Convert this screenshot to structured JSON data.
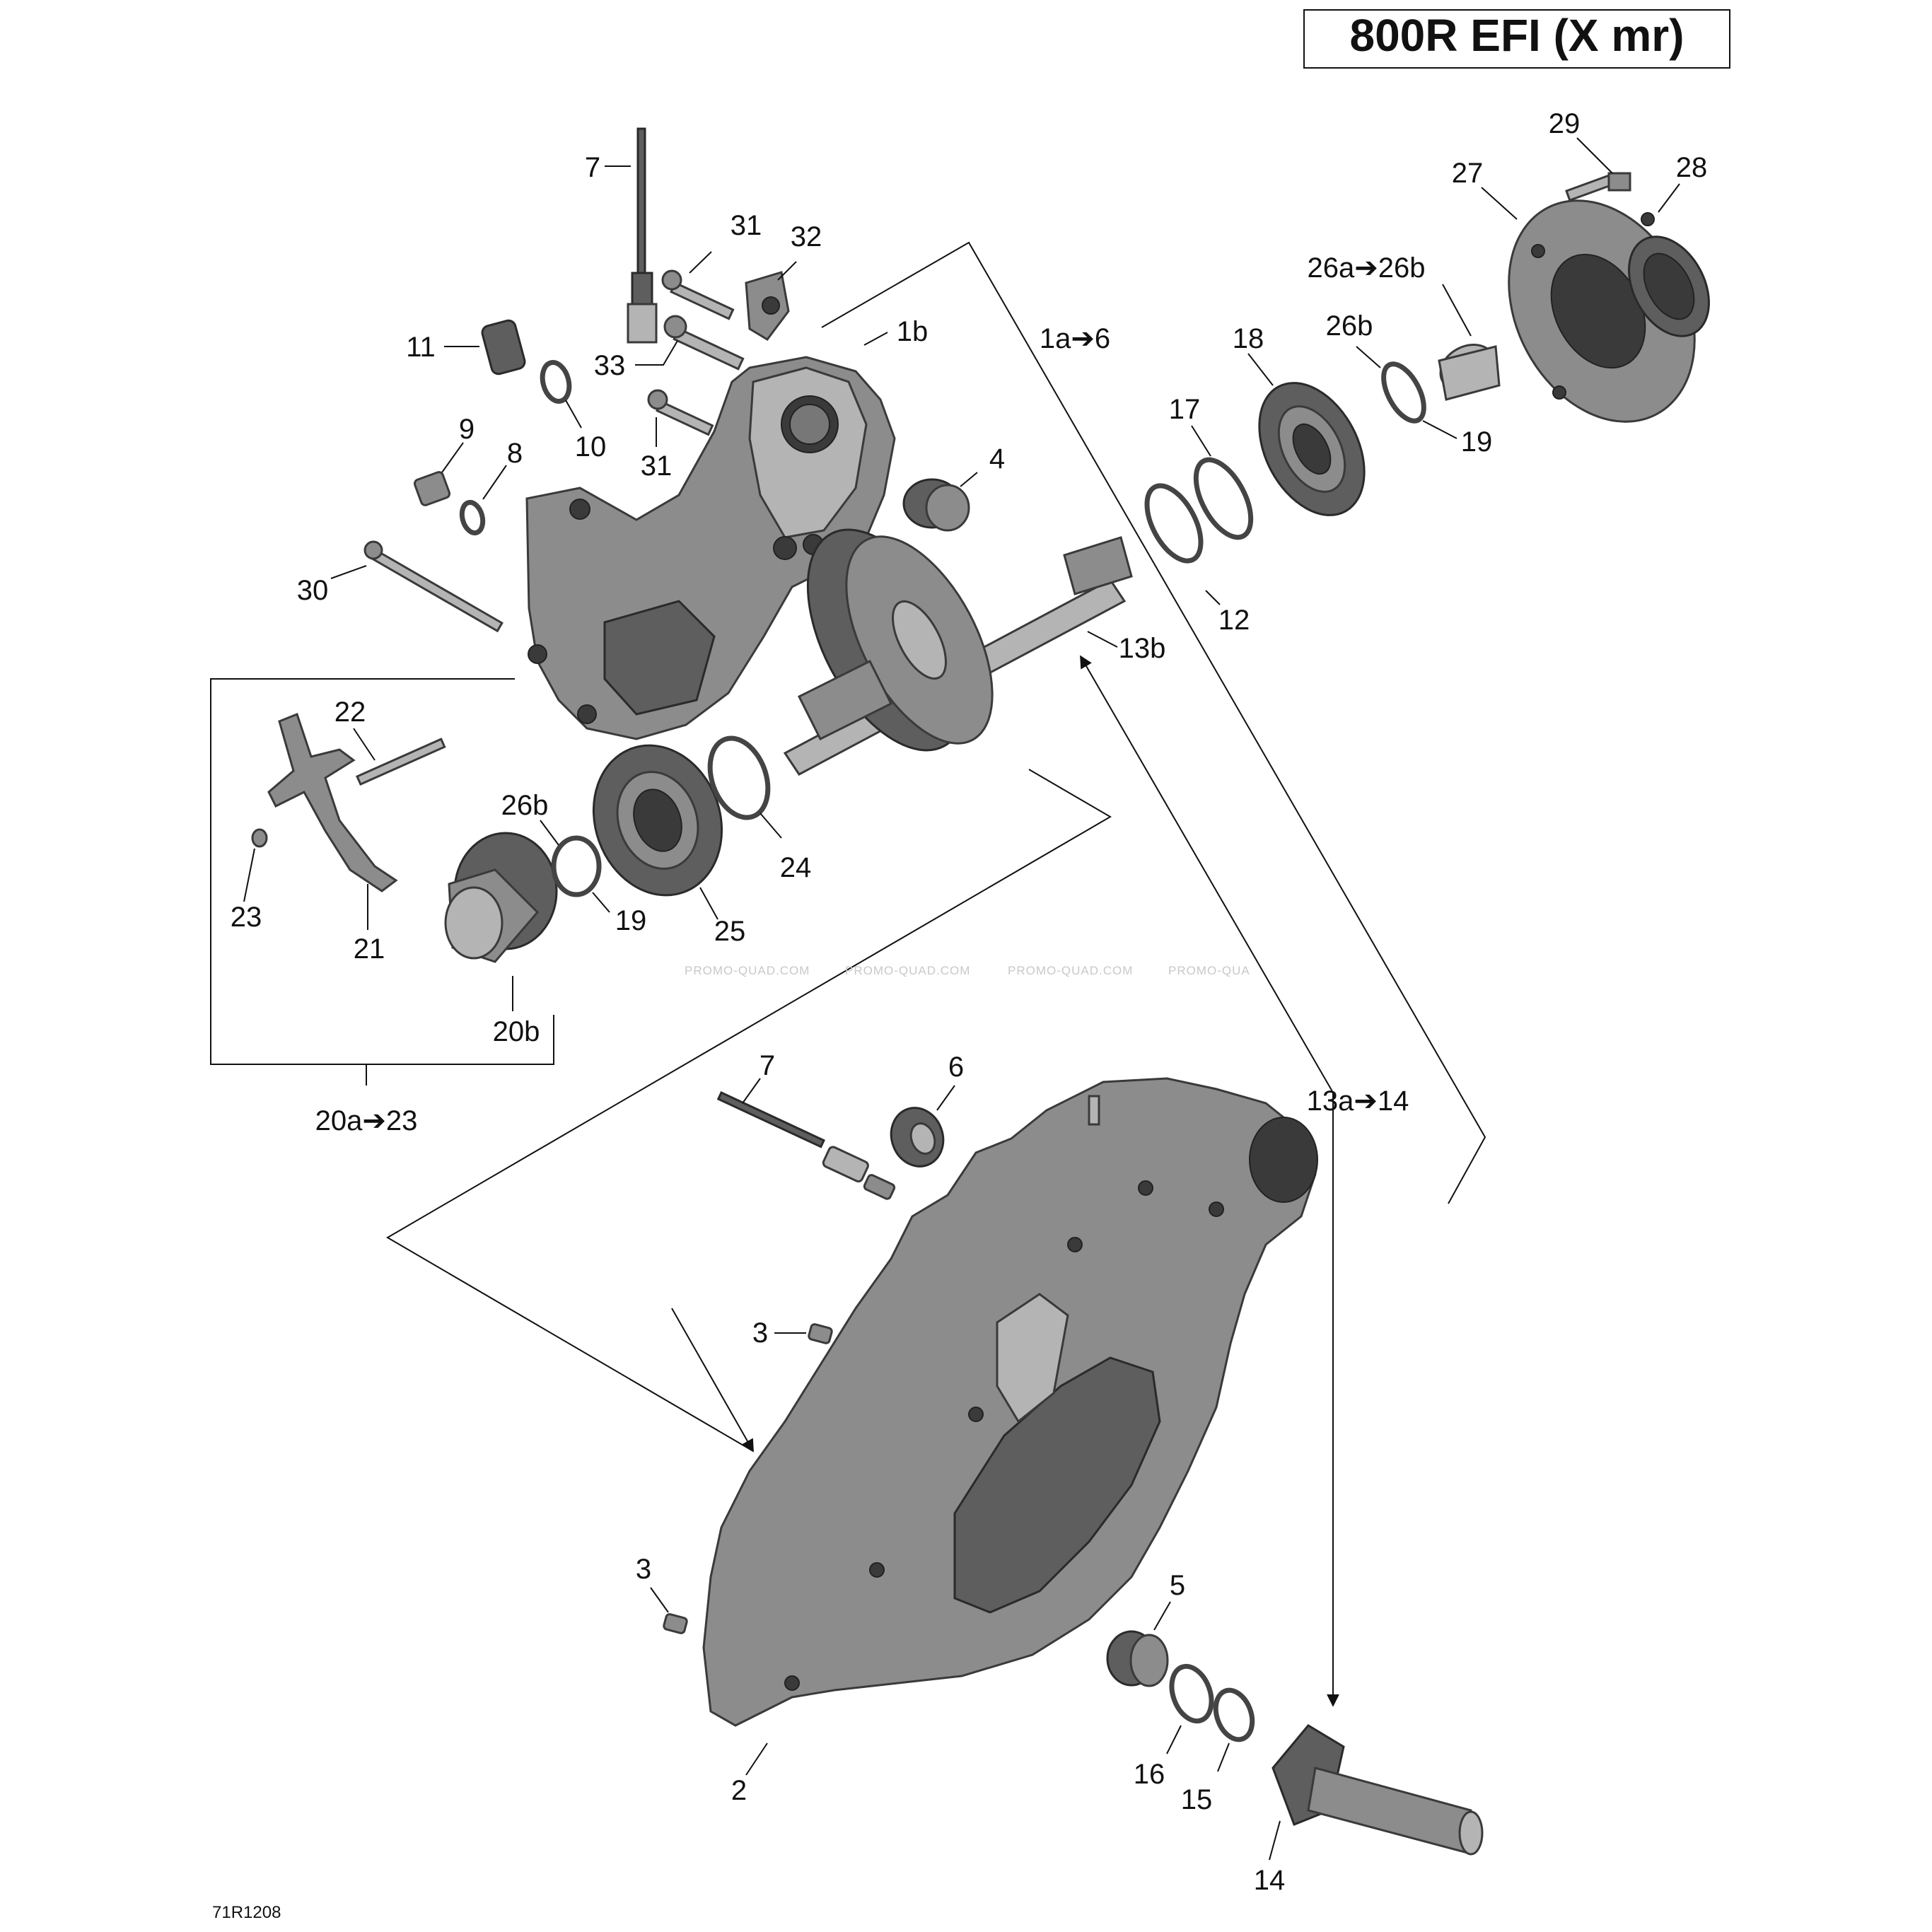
{
  "title": "800R EFI (X mr)",
  "reference": "71R1208",
  "watermark": [
    "PROMO-QUAD.COM",
    "PROMO-QUAD.COM",
    "PROMO-QUAD.COM",
    "PROMO-QUA"
  ],
  "labels": {
    "l7_top": "7",
    "l31_top": "31",
    "l32": "32",
    "l11": "11",
    "l33": "33",
    "l10": "10",
    "l1b": "1b",
    "l1a6": "1a➔6",
    "l31_mid": "31",
    "l9": "9",
    "l8": "8",
    "l4": "4",
    "l30": "30",
    "l13b": "13b",
    "l29": "29",
    "l27": "27",
    "l28": "28",
    "l26a26b": "26a➔26b",
    "l18": "18",
    "l26b_top": "26b",
    "l17": "17",
    "l19_top": "19",
    "l12": "12",
    "l22": "22",
    "l26b_mid": "26b",
    "l24": "24",
    "l23": "23",
    "l21": "21",
    "l19_mid": "19",
    "l25": "25",
    "l20b": "20b",
    "l20a23": "20a➔23",
    "l7_mid": "7",
    "l6": "6",
    "l13a14": "13a➔14",
    "l3_a": "3",
    "l3_b": "3",
    "l5": "5",
    "l2": "2",
    "l16": "16",
    "l15": "15",
    "l14": "14"
  }
}
